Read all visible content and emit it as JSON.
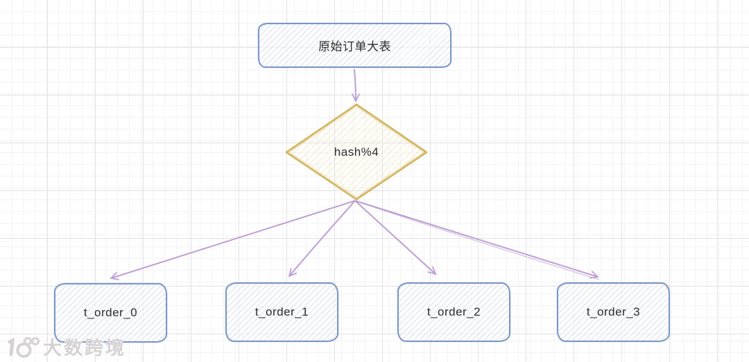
{
  "diagram": {
    "source_node": {
      "label": "原始订单大表"
    },
    "decision_node": {
      "label": "hash%4"
    },
    "shard_nodes": [
      {
        "label": "t_order_0"
      },
      {
        "label": "t_order_1"
      },
      {
        "label": "t_order_2"
      },
      {
        "label": "t_order_3"
      }
    ],
    "edges": [
      {
        "from": "source_node",
        "to": "decision_node"
      },
      {
        "from": "decision_node",
        "to": "t_order_0"
      },
      {
        "from": "decision_node",
        "to": "t_order_1"
      },
      {
        "from": "decision_node",
        "to": "t_order_2"
      },
      {
        "from": "decision_node",
        "to": "t_order_3"
      }
    ],
    "colors": {
      "node_border_blue": "#7a96c8",
      "node_hatch_blue": "#8da7d5",
      "diamond_border_gold": "#d2b45c",
      "diamond_hatch_yellow": "#eeddA0",
      "arrow_purple": "#bd9fd6",
      "text": "#2b2b2b",
      "grid_minor": "#f5f3f3",
      "grid_major": "#e3e1e1"
    }
  },
  "watermark": {
    "text": "大数跨境"
  }
}
